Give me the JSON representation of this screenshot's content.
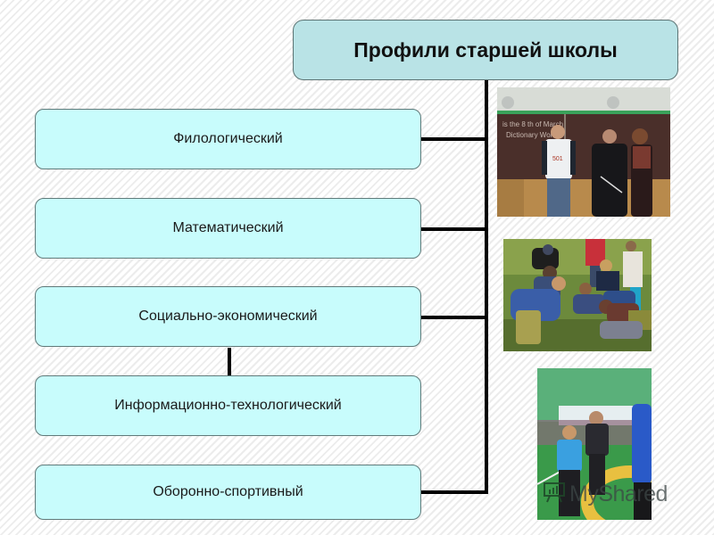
{
  "diagram": {
    "title": "Профили старшей школы",
    "profiles": [
      {
        "label": "Филологический"
      },
      {
        "label": "Математический"
      },
      {
        "label": "Социально-экономический"
      },
      {
        "label": "Информационно-технологический"
      },
      {
        "label": "Оборонно-спортивный"
      }
    ],
    "photos": [
      {
        "name": "classroom-photo",
        "description": "Students and teacher at a blackboard"
      },
      {
        "name": "outdoor-photo",
        "description": "Students kneeling outdoors in grass"
      },
      {
        "name": "gym-photo",
        "description": "Students in a sports hall"
      }
    ],
    "colors": {
      "title_fill": "#b9e3e6",
      "box_fill": "#c8fcfc",
      "connector": "#000000"
    }
  },
  "watermark": {
    "text": "MyShared"
  }
}
